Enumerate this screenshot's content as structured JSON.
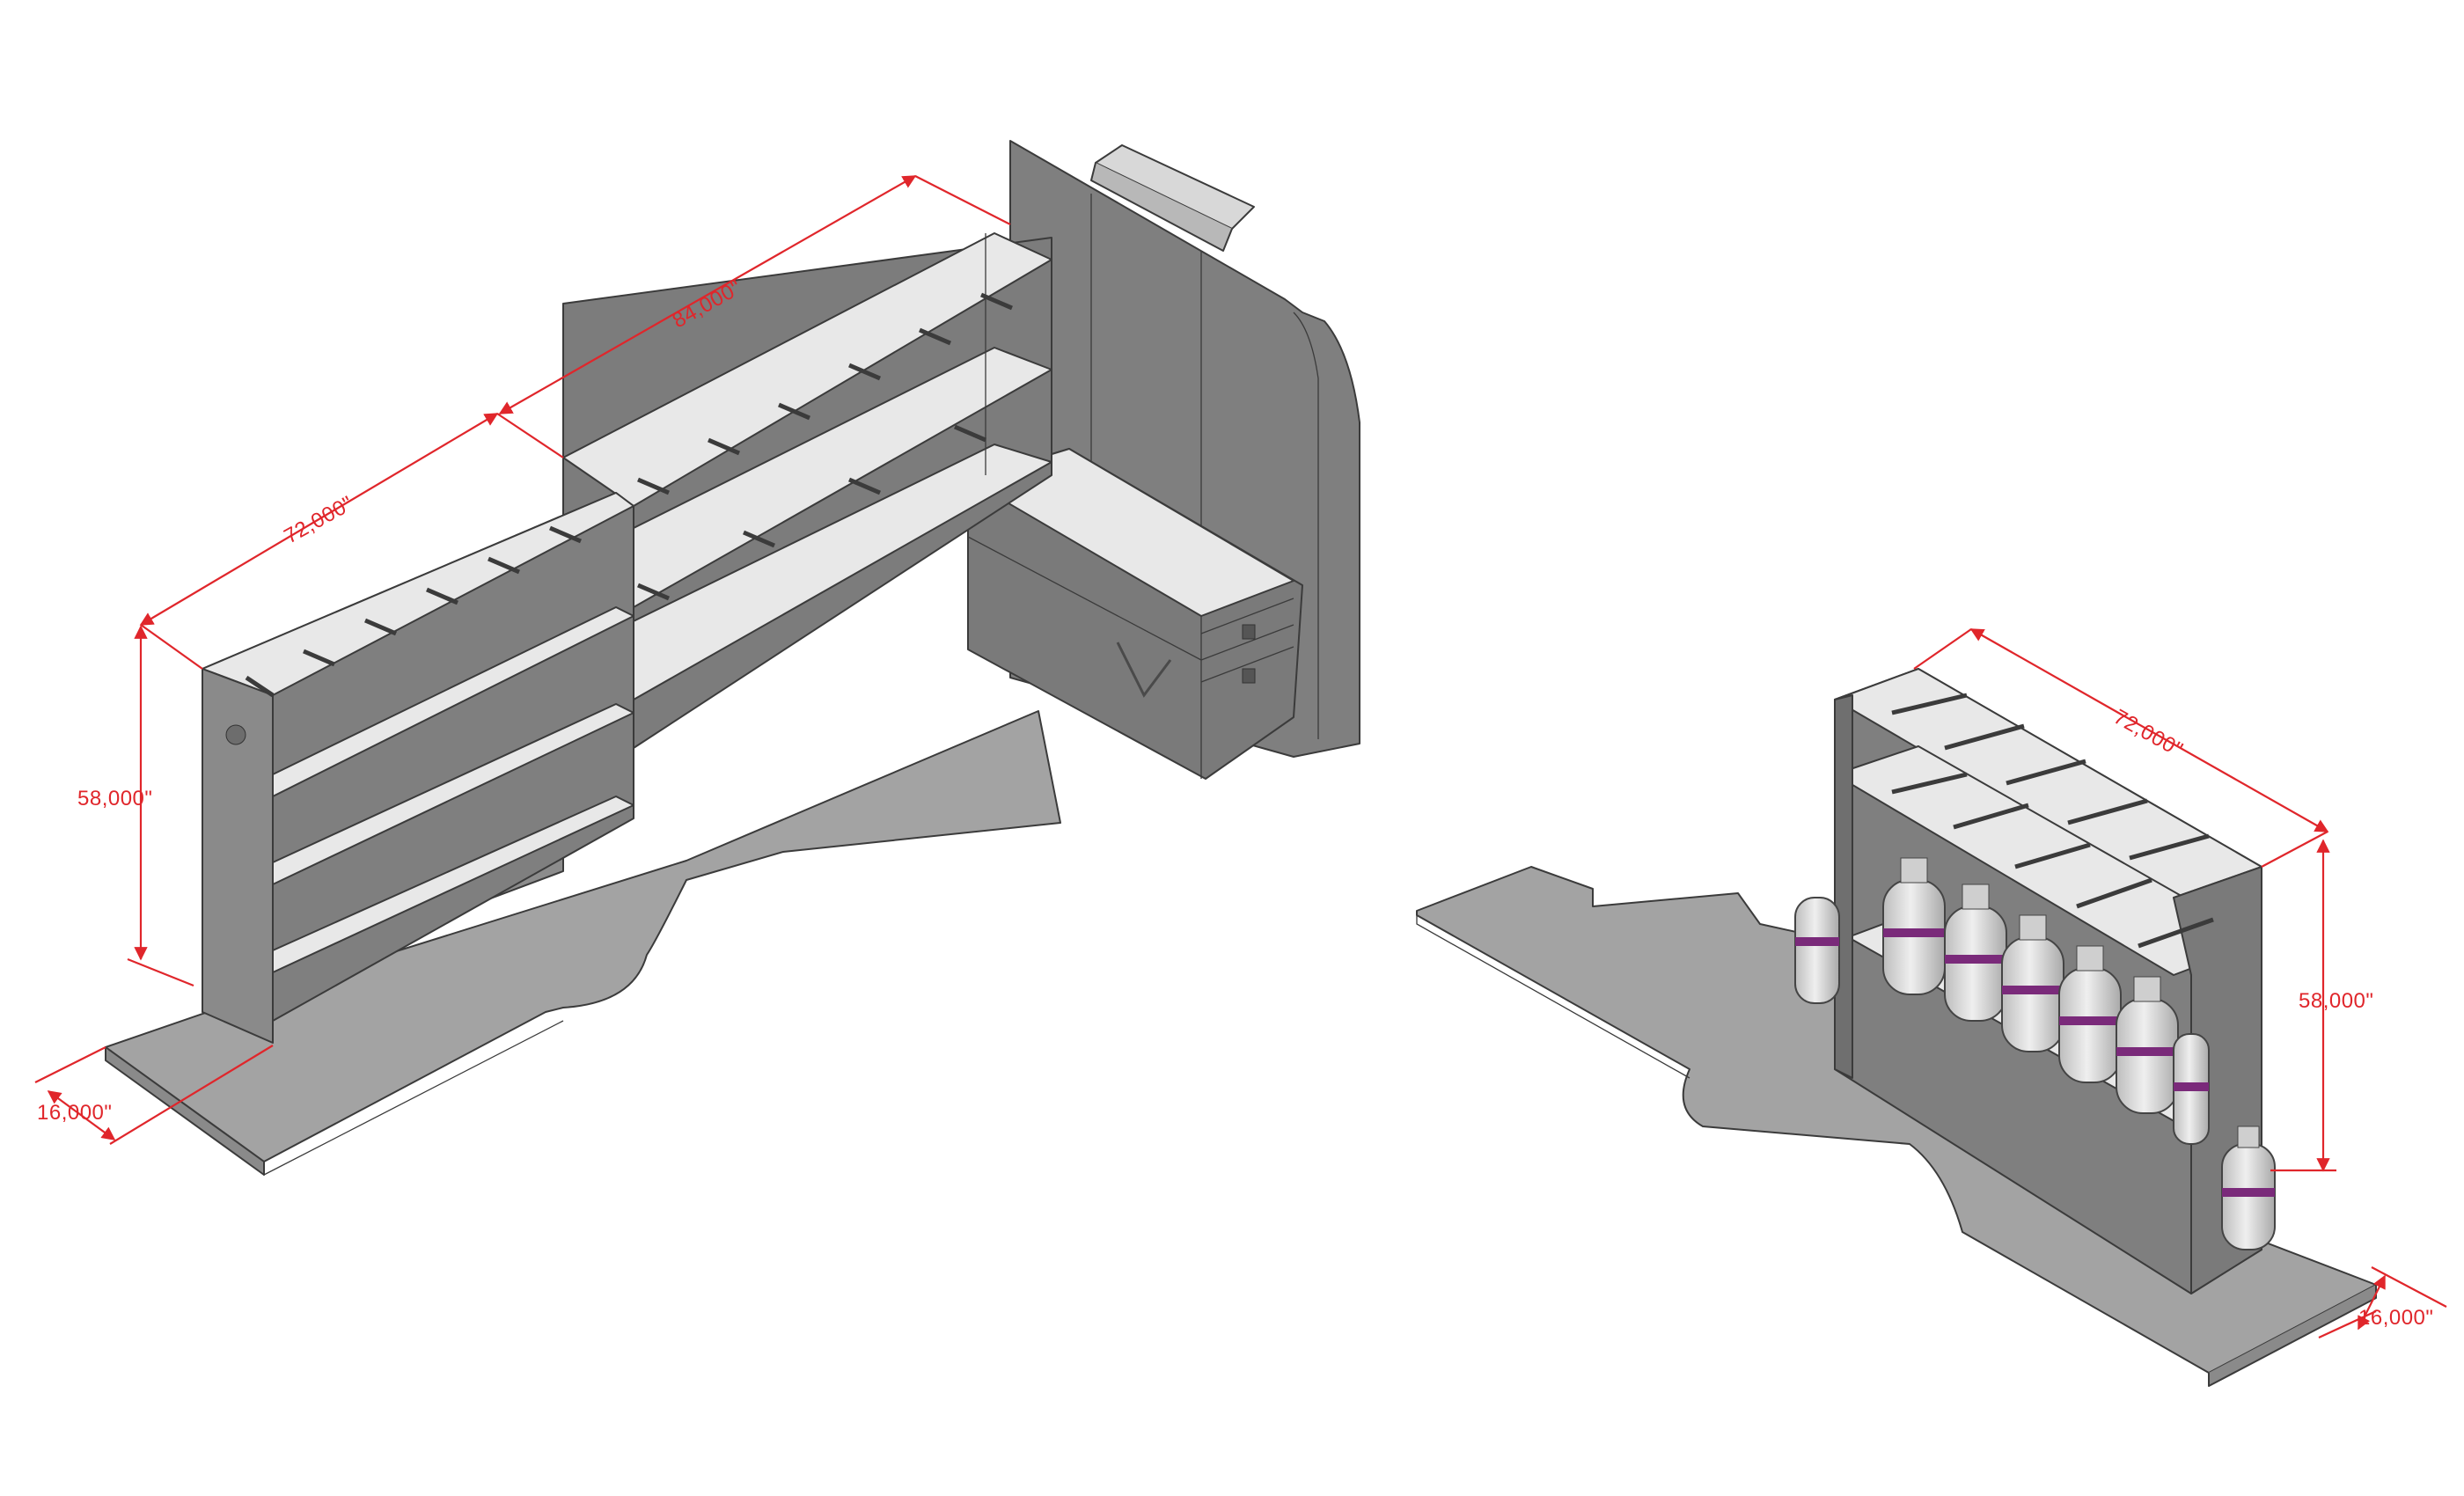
{
  "colors": {
    "dimension": "#e0262b",
    "floor": "#a3a3a3",
    "floor_edge": "#8a8a8a",
    "steel": "#7f7f7f",
    "steel_dark": "#6a6a6a",
    "shelf_top": "#e8e8e8",
    "outline": "#3b3b3b",
    "tank_body": "#d9d9d9",
    "tank_band": "#7a2a7a"
  },
  "left_assembly": {
    "dimensions": {
      "width_rear": "84,000\"",
      "width_front": "72,000\"",
      "height": "58,000\"",
      "depth": "16,000\""
    }
  },
  "right_assembly": {
    "dimensions": {
      "width": "72,000\"",
      "height": "58,000\"",
      "depth": "16,000\""
    },
    "propane_tank_count": 8
  }
}
